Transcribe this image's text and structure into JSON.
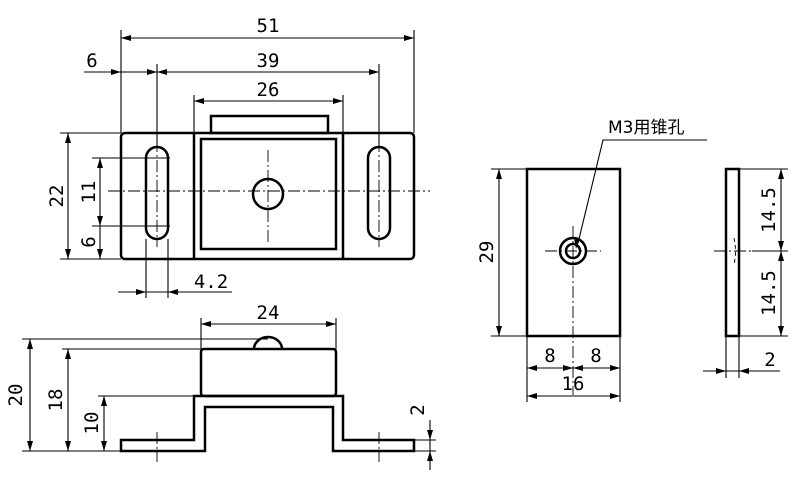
{
  "top_view": {
    "overall_width": "51",
    "edge_offset": "6",
    "slot_pitch": "39",
    "boss_width": "26",
    "height": "22",
    "slot_length": "11",
    "slot_end_offset": "6",
    "slot_width": "4.2"
  },
  "front_view": {
    "top_width": "24",
    "total_height": "20",
    "body_height": "18",
    "inner_height": "10",
    "flange_thickness": "2"
  },
  "plate_view": {
    "hole_note": "M3用锥孔",
    "height": "29",
    "half_left": "8",
    "half_right": "8",
    "width": "16"
  },
  "side_view": {
    "upper_half": "14.5",
    "lower_half": "14.5",
    "thickness": "2"
  }
}
